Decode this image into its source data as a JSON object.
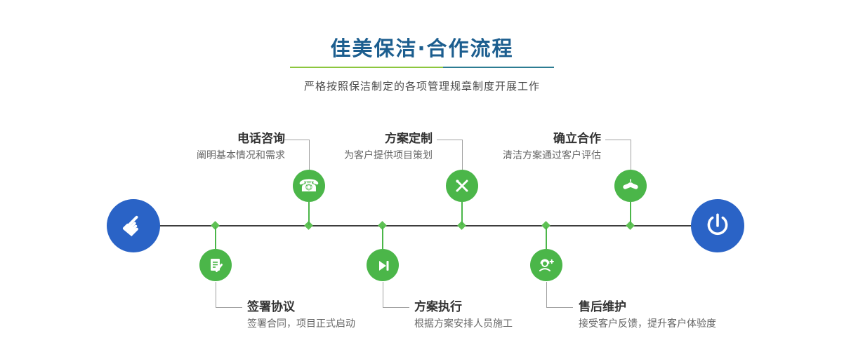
{
  "header": {
    "title": "佳美保洁·合作流程",
    "subtitle": "严格按照保洁制定的各项管理规章制度开展工作"
  },
  "steps_top": [
    {
      "title": "电话咨询",
      "desc": "阐明基本情况和需求",
      "icon": "phone-icon"
    },
    {
      "title": "方案定制",
      "desc": "为客户提供项目策划",
      "icon": "tools-icon"
    },
    {
      "title": "确立合作",
      "desc": "清洁方案通过客户评估",
      "icon": "handshake-icon"
    }
  ],
  "steps_bottom": [
    {
      "title": "签署协议",
      "desc": "签署合同，项目正式启动",
      "icon": "contract-icon"
    },
    {
      "title": "方案执行",
      "desc": "根据方案安排人员施工",
      "icon": "play-forward-icon"
    },
    {
      "title": "售后维护",
      "desc": "接受客户反馈，提升客户体验度",
      "icon": "headset-support-icon"
    }
  ],
  "endpoints": {
    "start_icon": "pointing-hand-icon",
    "end_icon": "power-icon"
  },
  "icons": {
    "phone-icon": "☎",
    "pointing-hand-icon": "☛"
  },
  "colors": {
    "title_blue": "#1c5e8f",
    "divider_green": "#8cc63e",
    "divider_blue": "#2c7c92",
    "node_green": "#4bb649",
    "endpoint_blue": "#2a63c6",
    "timeline": "#3d3d3d"
  }
}
